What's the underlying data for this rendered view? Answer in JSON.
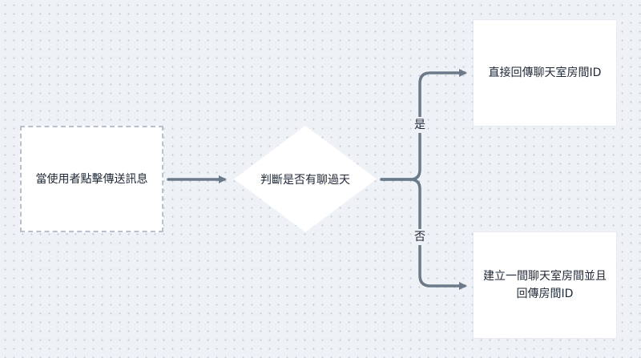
{
  "diagram": {
    "type": "flowchart",
    "nodes": {
      "start": {
        "text": "當使用者點擊傳送訊息",
        "shape": "dashed-rectangle"
      },
      "decision": {
        "text": "判斷是否有聊過天",
        "shape": "diamond"
      },
      "yes_result": {
        "text": "直接回傳聊天室房間ID",
        "shape": "rectangle"
      },
      "no_result": {
        "text": "建立一間聊天室房間並且回傳房間ID",
        "shape": "rectangle"
      }
    },
    "edges": [
      {
        "from": "start",
        "to": "decision",
        "label": ""
      },
      {
        "from": "decision",
        "to": "yes_result",
        "label": "是"
      },
      {
        "from": "decision",
        "to": "no_result",
        "label": "否"
      }
    ],
    "colors": {
      "background": "#eef1f5",
      "grid_dot": "#c2c9d3",
      "node_fill": "#ffffff",
      "dashed_border": "#b7c0cc",
      "edge_stroke": "#6b7a8a",
      "text": "#1f2937"
    }
  }
}
